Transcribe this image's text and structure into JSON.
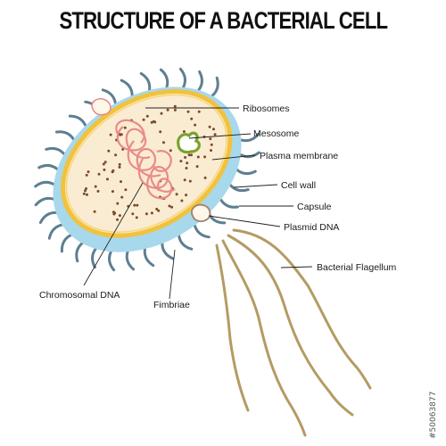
{
  "title": "STRUCTURE OF  A BACTERIAL CELL",
  "labels": {
    "ribosomes": "Ribosomes",
    "mesosome": "Mesosome",
    "plasma_membrane": "Plasma membrane",
    "cell_wall": "Cell wall",
    "capsule": "Capsule",
    "plasmid_dna": "Plasmid DNA",
    "flagellum": "Bacterial Flagellum",
    "chromosomal_dna": "Chromosomal DNA",
    "fimbriae": "Fimbriae"
  },
  "watermark": "#50063877",
  "colors": {
    "capsule": "#a8d8ec",
    "cell_wall": "#f2c23c",
    "cytoplasm": "#faecd2",
    "fimbriae": "#5e7f90",
    "flagellum": "#b49b63",
    "ribosome": "#7a4a2a",
    "chromosomal_dna": "#e98a8a",
    "mesosome": "#7aa22c",
    "plasmid": "#a77d6a"
  }
}
